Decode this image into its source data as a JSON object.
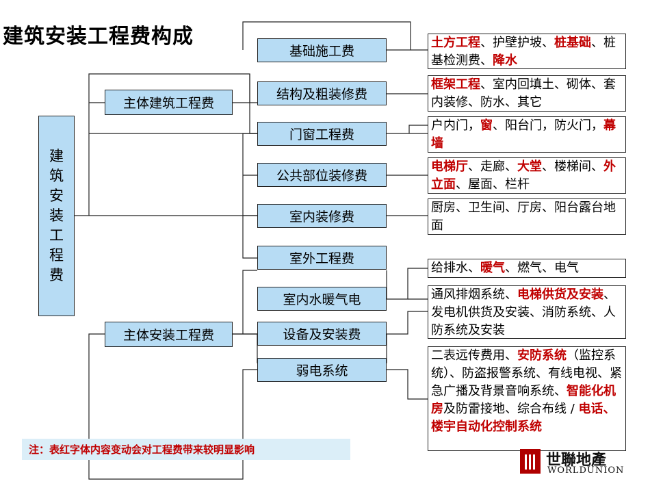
{
  "title": "建筑安装工程费构成",
  "root": "建筑安装工程费",
  "groups": {
    "building": "主体建筑工程费",
    "install": "主体安装工程费"
  },
  "items": [
    "基础施工费",
    "结构及粗装修费",
    "门窗工程费",
    "公共部位装修费",
    "室内装修费",
    "室外工程费",
    "室内水暖气电",
    "设备及安装费",
    "弱电系统"
  ],
  "descriptions": [
    [
      [
        "土方工程",
        true
      ],
      [
        "、护壁护坡、",
        false
      ],
      [
        "桩基础",
        true
      ],
      [
        "、桩基检测费、",
        false
      ],
      [
        "降水",
        true
      ]
    ],
    [
      [
        "框架工程",
        true
      ],
      [
        "、室内回填土、砌体、套内装修、防水、其它",
        false
      ]
    ],
    [
      [
        "户内门，",
        false
      ],
      [
        "窗",
        true
      ],
      [
        "、阳台门，防火门，",
        false
      ],
      [
        "幕墙",
        true
      ]
    ],
    [
      [
        "电梯厅",
        true
      ],
      [
        "、走廊、",
        false
      ],
      [
        "大堂",
        true
      ],
      [
        "、楼梯间、",
        false
      ],
      [
        "外立面",
        true
      ],
      [
        "、屋面、栏杆",
        false
      ]
    ],
    [
      [
        "厨房、卫生间、厅房、阳台露台地面",
        false
      ]
    ],
    [
      [
        "给排水、",
        false
      ],
      [
        "暖气",
        true
      ],
      [
        "、燃气、电气",
        false
      ]
    ],
    [
      [
        "通风排烟系统、",
        false
      ],
      [
        "电梯供货及安装",
        true
      ],
      [
        "、发电机供货及安装、消防系统、人防系统及安装",
        false
      ]
    ],
    [
      [
        "二表远传费用、",
        false
      ],
      [
        "安防系统",
        true
      ],
      [
        "（监控系统）、防盗报警系统、有线电视、紧急广播及背景音响系统、",
        false
      ],
      [
        "智能化机房",
        true
      ],
      [
        "及防雷接地、综合布线 / ",
        false
      ],
      [
        "电话、楼宇自动化控制系统",
        true
      ]
    ]
  ],
  "note": "注：表红字体内容变动会对工程费带来较明显影响",
  "logo": {
    "cn": "世聯地產",
    "en": "WORLDUNION"
  },
  "colors": {
    "box": "#b7dcf4",
    "red": "#c00000",
    "note_bg": "#dbeef8"
  }
}
